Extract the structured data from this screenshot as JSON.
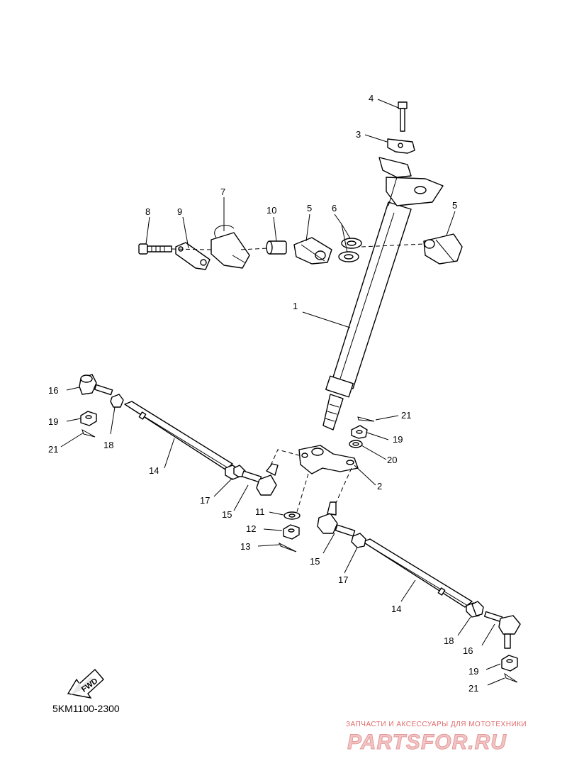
{
  "diagram": {
    "code": "5KM1100-2300",
    "fwd_label": "FWD",
    "callouts": {
      "c4": "4",
      "c3": "3",
      "c7": "7",
      "c8": "8",
      "c9": "9",
      "c10": "10",
      "c5a": "5",
      "c6": "6",
      "c5b": "5",
      "c1": "1",
      "c16a": "16",
      "c19a": "19",
      "c21a": "21",
      "c18a": "18",
      "c14a": "14",
      "c17a": "17",
      "c15a": "15",
      "c21b": "21",
      "c19b": "19",
      "c20": "20",
      "c2": "2",
      "c11": "11",
      "c12": "12",
      "c13": "13",
      "c15b": "15",
      "c17b": "17",
      "c14b": "14",
      "c18b": "18",
      "c16b": "16",
      "c19c": "19",
      "c21c": "21"
    }
  },
  "watermark": {
    "tagline": "ЗАПЧАСТИ И АКСЕССУАРЫ ДЛЯ МОТОТЕХНИКИ",
    "brand": "PARTSFOR.RU"
  }
}
